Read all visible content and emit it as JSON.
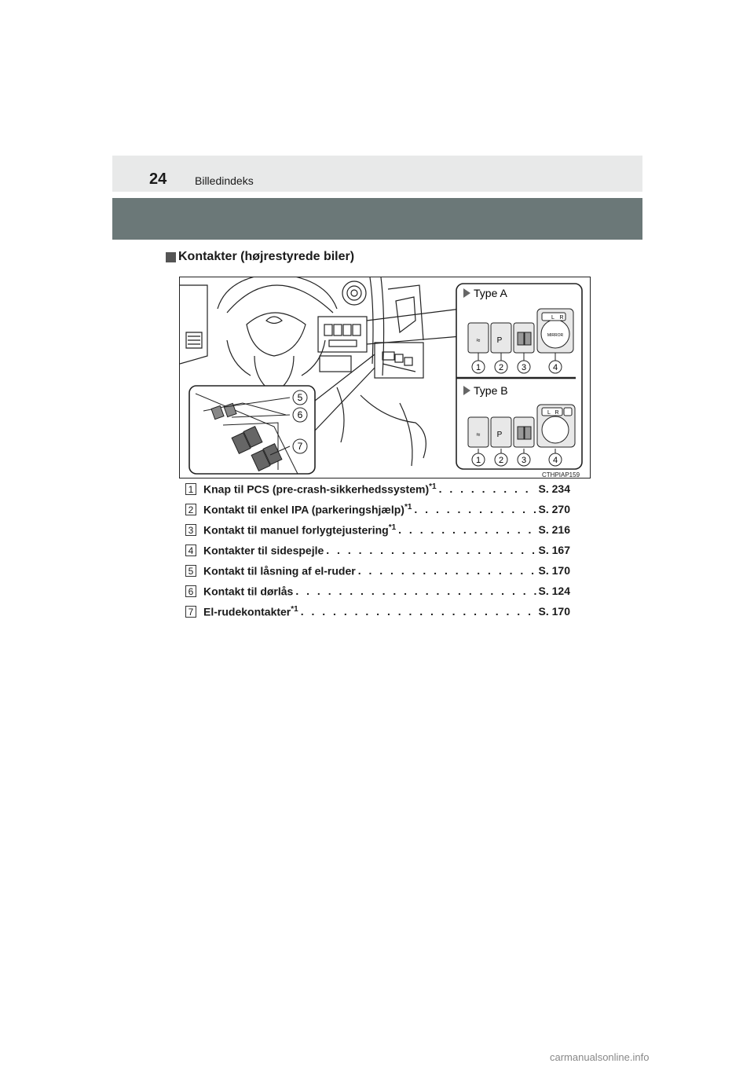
{
  "header": {
    "page_number": "24",
    "section": "Billedindeks"
  },
  "heading": "Kontakter (højrestyrede biler)",
  "figure": {
    "type_a_label": "Type A",
    "type_b_label": "Type B",
    "callouts_ab": [
      "1",
      "2",
      "3",
      "4"
    ],
    "callouts_door": [
      "5",
      "6",
      "7"
    ],
    "mirror_text": "MIRROR",
    "mirror_l": "L",
    "mirror_r": "R",
    "code": "CTHPIAP159"
  },
  "items": [
    {
      "num": "1",
      "label": "Knap til PCS (pre-crash-sikkerhedssystem)",
      "sup": "*1",
      "ref": "S. 234"
    },
    {
      "num": "2",
      "label": "Kontakt til enkel IPA (parkeringshjælp)",
      "sup": "*1",
      "ref": "S. 270"
    },
    {
      "num": "3",
      "label": "Kontakt til manuel forlygtejustering",
      "sup": "*1",
      "ref": "S. 216"
    },
    {
      "num": "4",
      "label": "Kontakter til sidespejle",
      "sup": "",
      "ref": "S. 167"
    },
    {
      "num": "5",
      "label": "Kontakt til låsning af el-ruder",
      "sup": "",
      "ref": "S. 170"
    },
    {
      "num": "6",
      "label": "Kontakt til dørlås",
      "sup": "",
      "ref": "S. 124"
    },
    {
      "num": "7",
      "label": "El-rudekontakter",
      "sup": "*1",
      "ref": "S. 170"
    }
  ],
  "watermark": "carmanualsonline.info"
}
